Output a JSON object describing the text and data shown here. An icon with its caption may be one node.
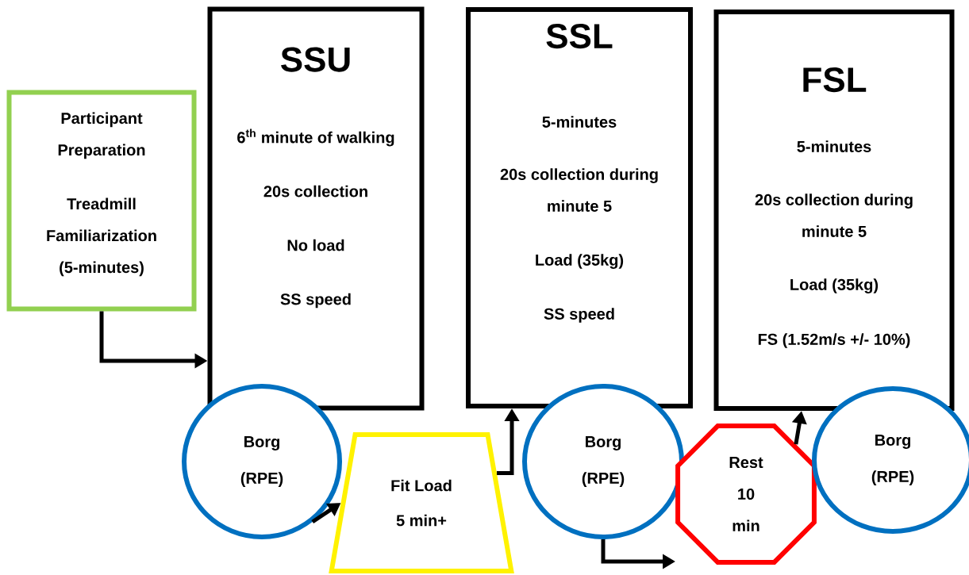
{
  "diagram": {
    "nodes": [
      {
        "text": [
          "Participant Preparation",
          "Treadmill Familiarization (5-minutes)"
        ]
      },
      {
        "text": [
          "SSU",
          "6$^{th}$ minute of walking",
          "20s collection",
          "No load",
          "SS speed"
        ]
      },
      {
        "text": [
          "Borg (RPE)"
        ]
      },
      {
        "text": [
          "Fit Load 5 min+"
        ]
      },
      {
        "text": [
          "SSL",
          "5-minutes",
          "20s collection during minute 5",
          "Load (35kg)",
          "SS speed"
        ]
      },
      {
        "text": [
          "Borg (RPE)"
        ]
      },
      {
        "text": [
          "Rest 10 min"
        ]
      },
      {
        "text": [
          "FSL",
          "5-minutes",
          "20s collection during minute 5",
          "Load (35kg)",
          "FS (1.52m/s +/- 10%)"
        ]
      },
      {
        "text": [
          "Borg (RPE)"
        ]
      }
    ],
    "edges": [
      {
        "from": 0,
        "to": 1,
        "arrow": "to"
      },
      {
        "from": 2,
        "to": 3,
        "arrow": "to"
      },
      {
        "from": 3,
        "to": 4,
        "arrow": "to"
      },
      {
        "from": 5,
        "to": 6,
        "arrow": "to"
      },
      {
        "from": 6,
        "to": 7,
        "arrow": "to"
      }
    ]
  }
}
